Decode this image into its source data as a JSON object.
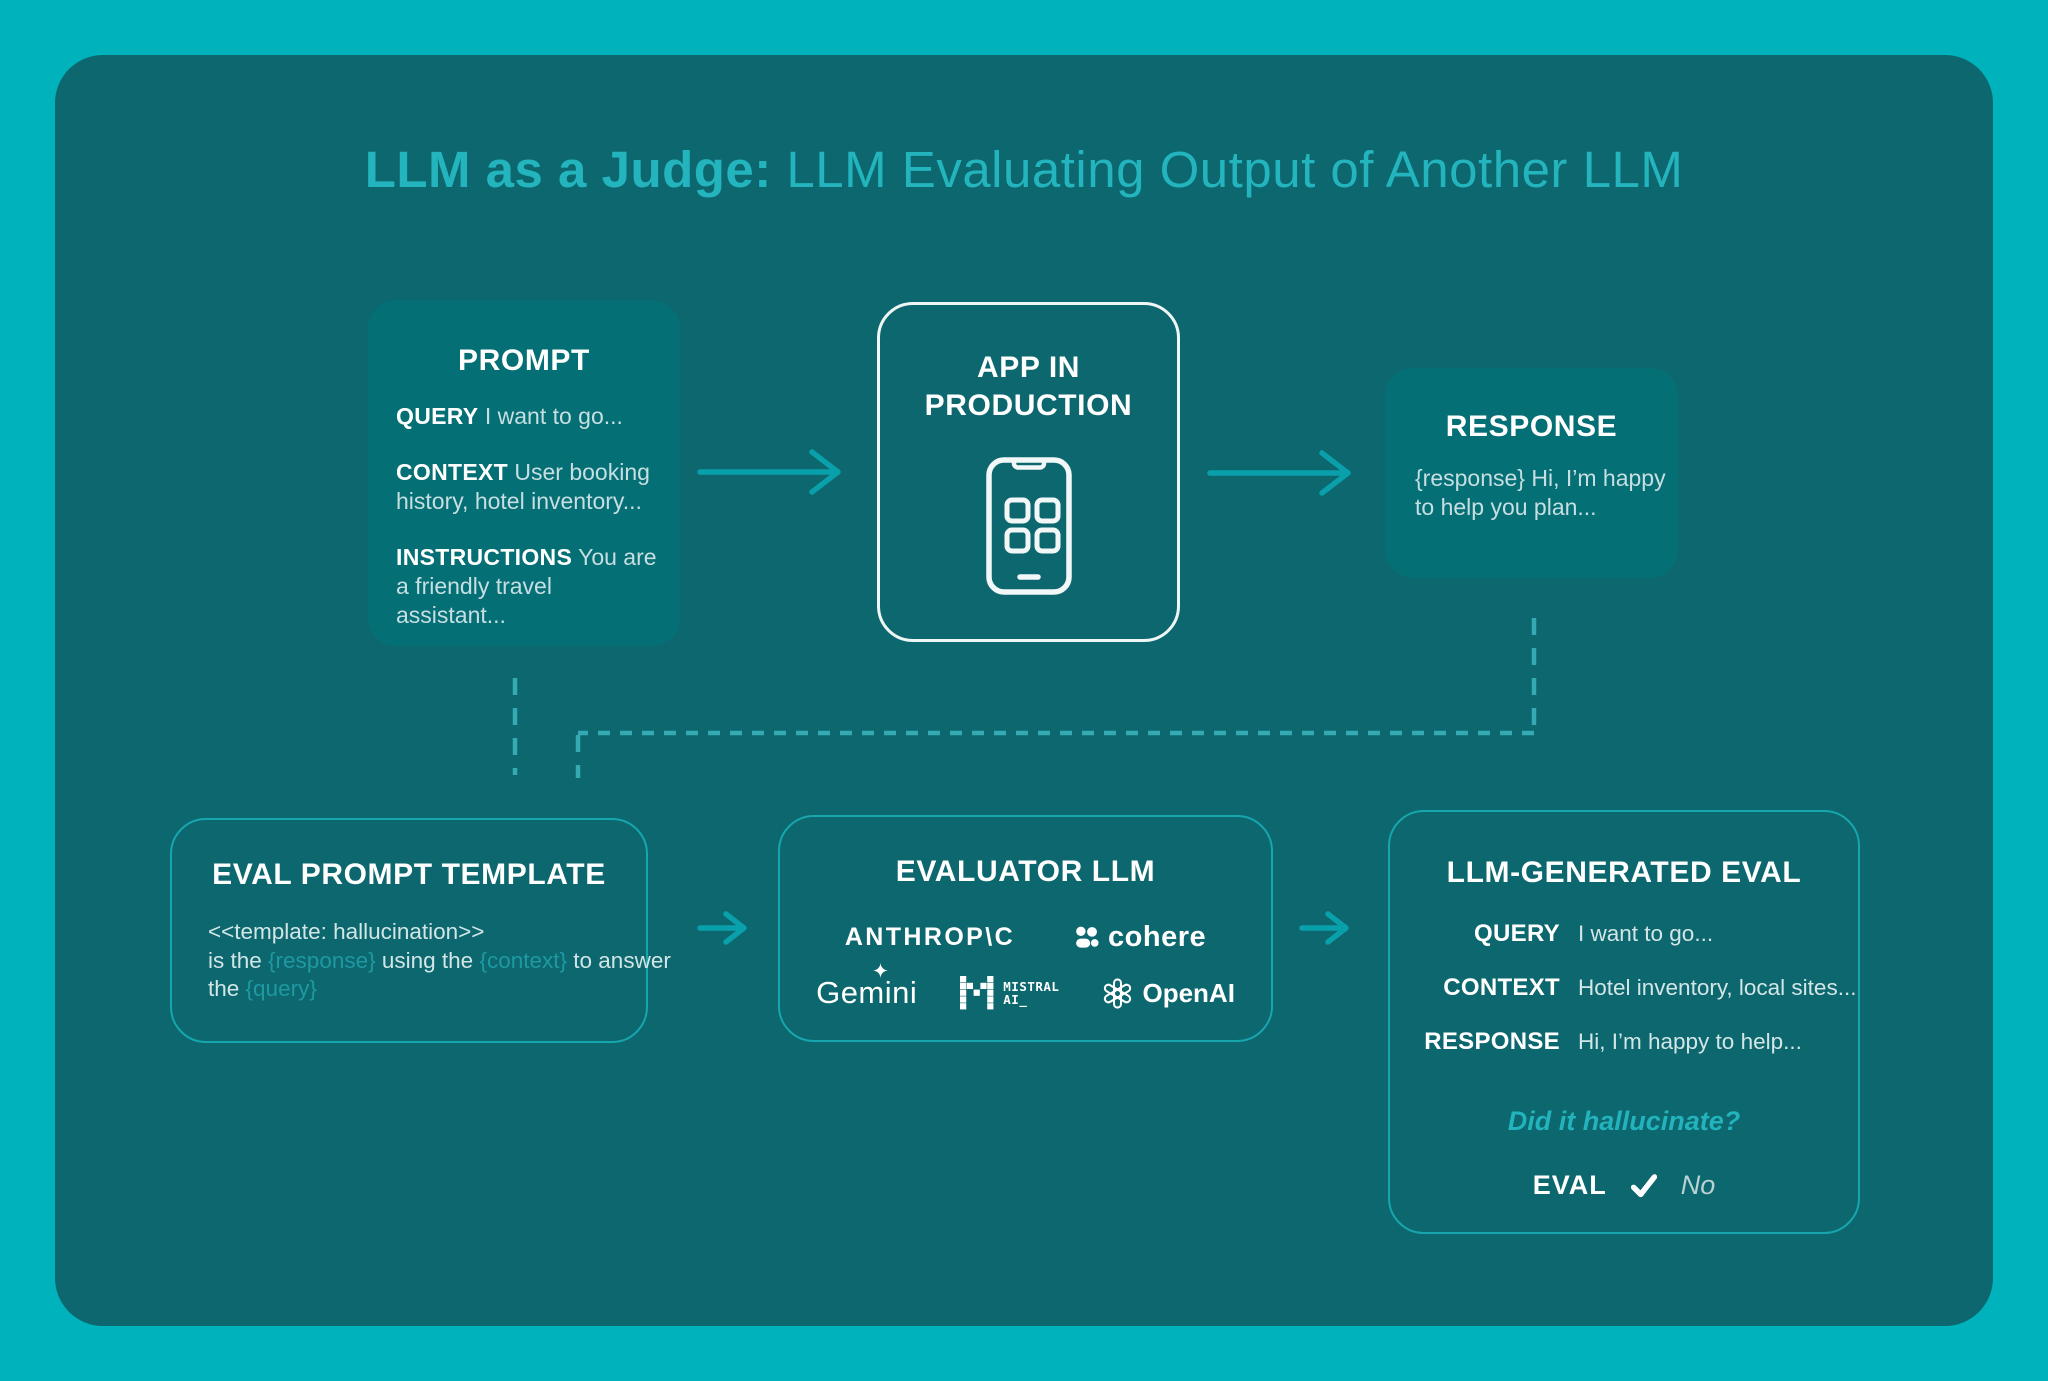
{
  "title": {
    "bold": "LLM as a Judge:",
    "regular": "LLM Evaluating Output of Another LLM"
  },
  "colors": {
    "outer_background": "#00b2bb",
    "card_background": "#0c676e",
    "filled_box": "#056f76",
    "outline_accent": "#17a5ae",
    "arrow": "#0aa0ab",
    "token_text": "#1e99a2",
    "body_text": "#c7dfe1",
    "white": "#ffffff"
  },
  "icons": {
    "app": "smartphone-app-grid-icon",
    "cohere": "cohere-blobs-icon",
    "gemini": "gemini-sparkle-icon",
    "mistral": "mistral-pixel-m-icon",
    "openai": "openai-knot-icon",
    "check": "checkmark-icon"
  },
  "prompt_box": {
    "title": "PROMPT",
    "items": [
      {
        "label": "QUERY",
        "text": "I want to go..."
      },
      {
        "label": "CONTEXT",
        "text": "User booking history, hotel inventory..."
      },
      {
        "label": "INSTRUCTIONS",
        "text": "You are a friendly travel assistant..."
      }
    ]
  },
  "app_box": {
    "title": "APP IN PRODUCTION"
  },
  "response_box": {
    "title": "RESPONSE",
    "text": "{response} Hi, I’m happy to help you plan..."
  },
  "eval_template_box": {
    "title": "EVAL PROMPT TEMPLATE",
    "line1": "<<template: hallucination>>",
    "line2_pre": "is the ",
    "token_response": "{response}",
    "line2_mid": " using the ",
    "token_context": "{context}",
    "line2_post": " to answer",
    "line3_pre": "the ",
    "token_query": "{query}"
  },
  "evaluator_box": {
    "title": "EVALUATOR LLM",
    "logos": {
      "anthropic": "ANTHROP\\C",
      "cohere": "cohere",
      "gemini": "Gemini",
      "mistral_line1": "MISTRAL",
      "mistral_line2": "AI_",
      "openai": "OpenAI"
    }
  },
  "llm_eval_box": {
    "title": "LLM-GENERATED EVAL",
    "rows": [
      {
        "label": "QUERY",
        "text": "I want to go..."
      },
      {
        "label": "CONTEXT",
        "text": "Hotel inventory, local sites..."
      },
      {
        "label": "RESPONSE",
        "text": "Hi, I’m happy to help..."
      }
    ],
    "question": "Did it hallucinate?",
    "eval_label": "EVAL",
    "verdict": "No"
  }
}
